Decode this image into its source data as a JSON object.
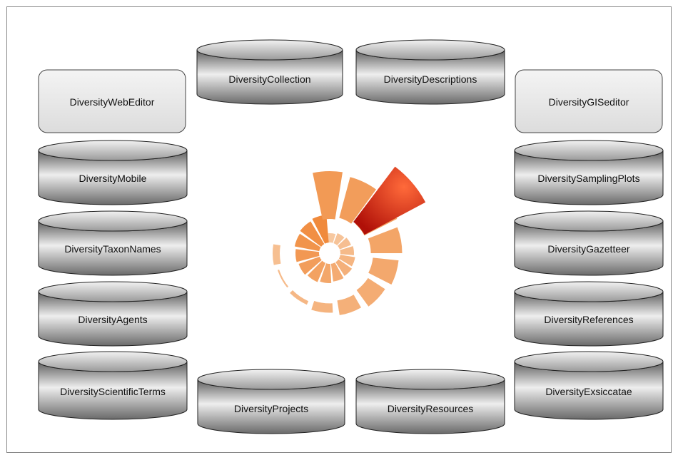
{
  "colors": {
    "frame": "#888888",
    "cylinder_outline": "#222222",
    "cylinder_dark": "#5c5c5c",
    "cylinder_light": "#eeeeee",
    "box_fill": "#e4e4e4",
    "box_stroke": "#444444",
    "logo_pale": "#f7c8a0",
    "logo_orange": "#f08a3c",
    "logo_red": "#c8180c"
  },
  "boxes": [
    {
      "id": "web-editor",
      "label": "DiversityWebEditor"
    },
    {
      "id": "gis-editor",
      "label": "DiversityGISeditor"
    }
  ],
  "cylinders": [
    {
      "id": "collection",
      "label": "DiversityCollection"
    },
    {
      "id": "descriptions",
      "label": "DiversityDescriptions"
    },
    {
      "id": "mobile",
      "label": "DiversityMobile"
    },
    {
      "id": "taxon-names",
      "label": "DiversityTaxonNames"
    },
    {
      "id": "agents",
      "label": "DiversityAgents"
    },
    {
      "id": "scientific-terms",
      "label": "DiversityScientificTerms"
    },
    {
      "id": "sampling-plots",
      "label": "DiversitySamplingPlots"
    },
    {
      "id": "gazetteer",
      "label": "DiversityGazetteer"
    },
    {
      "id": "references",
      "label": "DiversityReferences"
    },
    {
      "id": "exsiccatae",
      "label": "DiversityExsiccatae"
    },
    {
      "id": "projects",
      "label": "DiversityProjects"
    },
    {
      "id": "resources",
      "label": "DiversityResources"
    }
  ],
  "logo": {
    "name": "diversity-workbench-spiral-logo"
  }
}
